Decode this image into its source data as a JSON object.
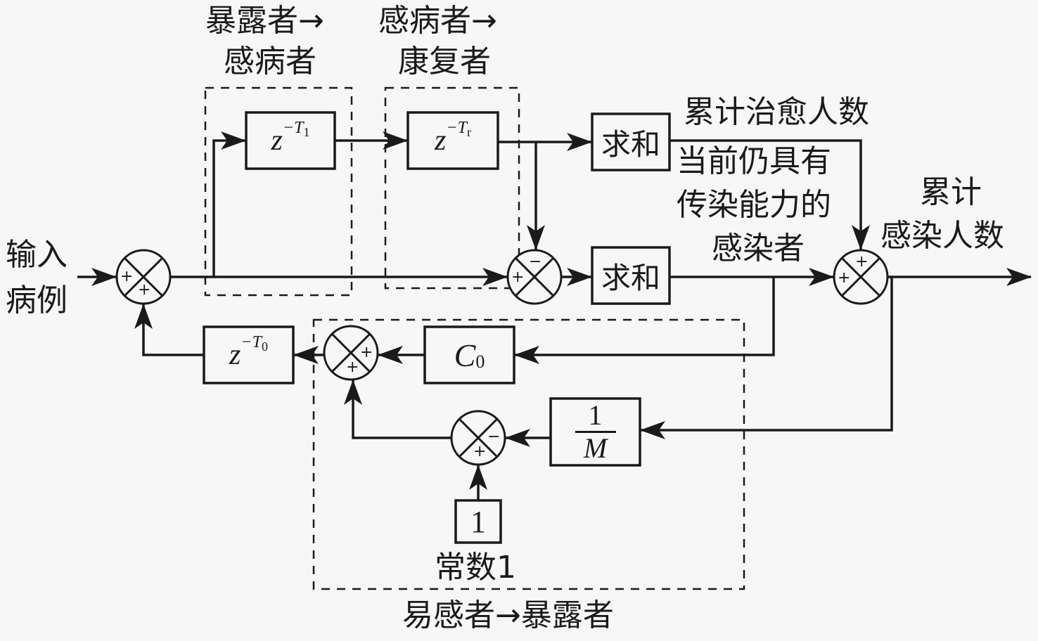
{
  "title": "SEIR epidemic discrete-time block diagram",
  "labels": {
    "input": [
      "输入",
      "病例"
    ],
    "exposed_to_infected": {
      "line1": "暴露者",
      "line2": "感病者"
    },
    "infected_to_recovered": {
      "line1": "感病者",
      "line2": "康复者"
    },
    "cumulative_recovered": "累计治愈人数",
    "current_infectious": [
      "当前仍具有",
      "传染能力的",
      "感染者"
    ],
    "cumulative_infected": [
      "累计",
      "感染人数"
    ],
    "susceptible_to_exposed": {
      "from": "易感者",
      "to": "暴露者"
    },
    "constant_label": "常数1"
  },
  "blocks": {
    "delay_t1": {
      "base": "z",
      "exp": "−T",
      "sub": "1"
    },
    "delay_tr": {
      "base": "z",
      "exp": "−T",
      "sub": "r"
    },
    "delay_t0": {
      "base": "z",
      "exp": "−T",
      "sub": "0"
    },
    "sum_recovered": "求和",
    "sum_infectious": "求和",
    "gain_c0": {
      "base": "C",
      "sub": "0"
    },
    "gain_inv_m": {
      "num": "1",
      "den": "M"
    },
    "constant_one": "1"
  },
  "summing_junctions": {
    "input_sum": {
      "signs": [
        "+",
        "+"
      ]
    },
    "infectious_sum": {
      "signs": [
        "−",
        "+"
      ]
    },
    "cumulative_sum": {
      "signs": [
        "+",
        "+"
      ]
    },
    "exposure_sum": {
      "signs": [
        "+",
        "+"
      ]
    },
    "susceptible_sum": {
      "signs": [
        "−",
        "+"
      ]
    }
  },
  "arrow_glyph": "→"
}
